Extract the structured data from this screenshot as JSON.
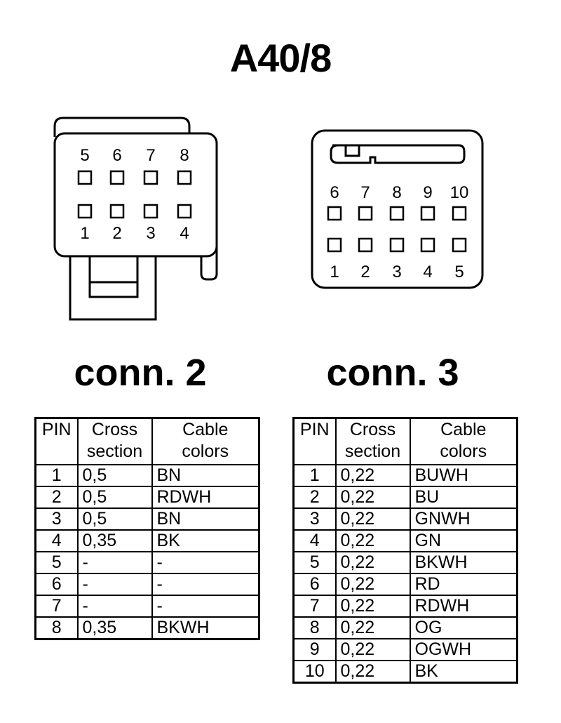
{
  "title": "A40/8",
  "connectors": [
    {
      "label": "conn. 2",
      "pin_top_row": [
        "5",
        "6",
        "7",
        "8"
      ],
      "pin_bottom_row": [
        "1",
        "2",
        "3",
        "4"
      ],
      "table": {
        "headers": [
          "PIN",
          "Cross section",
          "Cable colors"
        ],
        "rows": [
          [
            "1",
            "0,5",
            "BN"
          ],
          [
            "2",
            "0,5",
            "RDWH"
          ],
          [
            "3",
            "0,5",
            "BN"
          ],
          [
            "4",
            "0,35",
            "BK"
          ],
          [
            "5",
            "-",
            "-"
          ],
          [
            "6",
            "-",
            "-"
          ],
          [
            "7",
            "-",
            "-"
          ],
          [
            "8",
            "0,35",
            "BKWH"
          ]
        ]
      }
    },
    {
      "label": "conn. 3",
      "pin_top_row": [
        "6",
        "7",
        "8",
        "9",
        "10"
      ],
      "pin_bottom_row": [
        "1",
        "2",
        "3",
        "4",
        "5"
      ],
      "table": {
        "headers": [
          "PIN",
          "Cross section",
          "Cable colors"
        ],
        "rows": [
          [
            "1",
            "0,22",
            "BUWH"
          ],
          [
            "2",
            "0,22",
            "BU"
          ],
          [
            "3",
            "0,22",
            "GNWH"
          ],
          [
            "4",
            "0,22",
            "GN"
          ],
          [
            "5",
            "0,22",
            "BKWH"
          ],
          [
            "6",
            "0,22",
            "RD"
          ],
          [
            "7",
            "0,22",
            "RDWH"
          ],
          [
            "8",
            "0,22",
            "OG"
          ],
          [
            "9",
            "0,22",
            "OGWH"
          ],
          [
            "10",
            "0,22",
            "BK"
          ]
        ]
      }
    }
  ]
}
